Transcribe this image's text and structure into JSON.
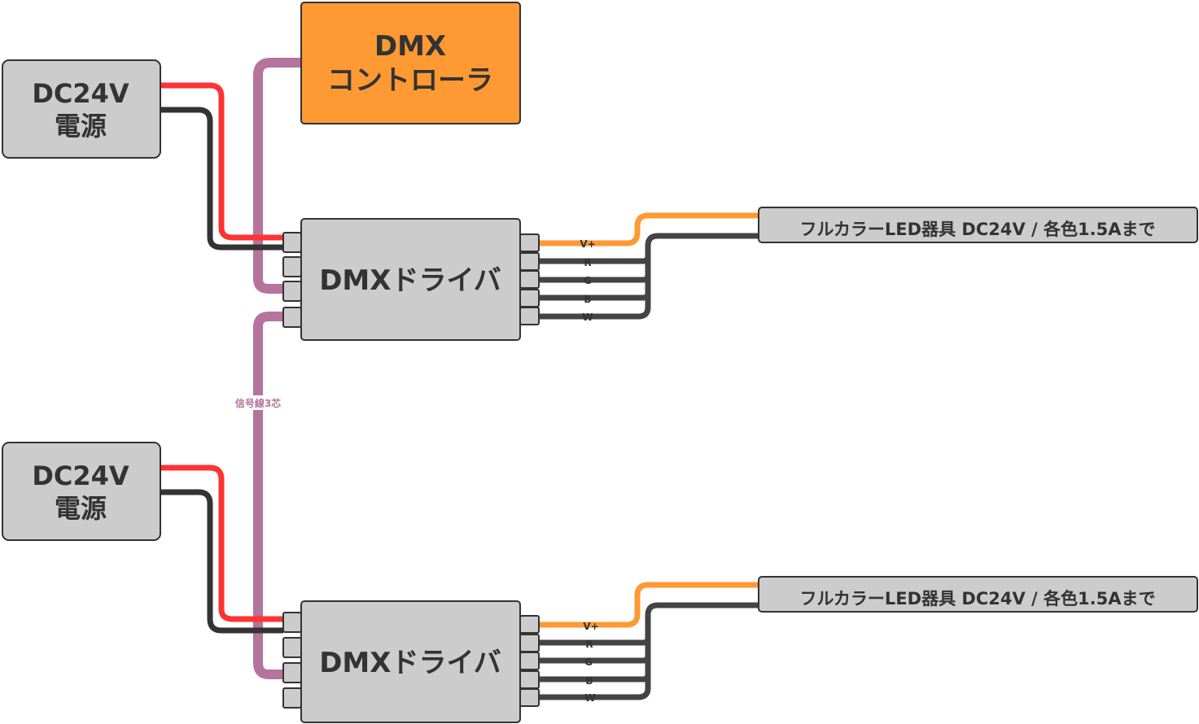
{
  "colors": {
    "box_fill": "#cccccc",
    "box_stroke": "#333333",
    "controller_fill": "#ff9933",
    "wire_red": "#ff3333",
    "wire_black": "#333333",
    "wire_orange": "#ff9933",
    "wire_dark": "#444444",
    "signal": "#b5739d"
  },
  "controller": {
    "line1": "DMX",
    "line2": "コントローラ"
  },
  "power_supply_1": {
    "line1": "DC24V",
    "line2": "電源"
  },
  "power_supply_2": {
    "line1": "DC24V",
    "line2": "電源"
  },
  "driver_1": {
    "label": "DMXドライバ"
  },
  "driver_2": {
    "label": "DMXドライバ"
  },
  "fixture_1": {
    "label": "フルカラーLED器具 DC24V / 各色1.5Aまで"
  },
  "fixture_2": {
    "label": "フルカラーLED器具 DC24V / 各色1.5Aまで"
  },
  "output_pins": [
    "V+",
    "R",
    "G",
    "B",
    "W"
  ],
  "signal_label": "信号線3芯"
}
